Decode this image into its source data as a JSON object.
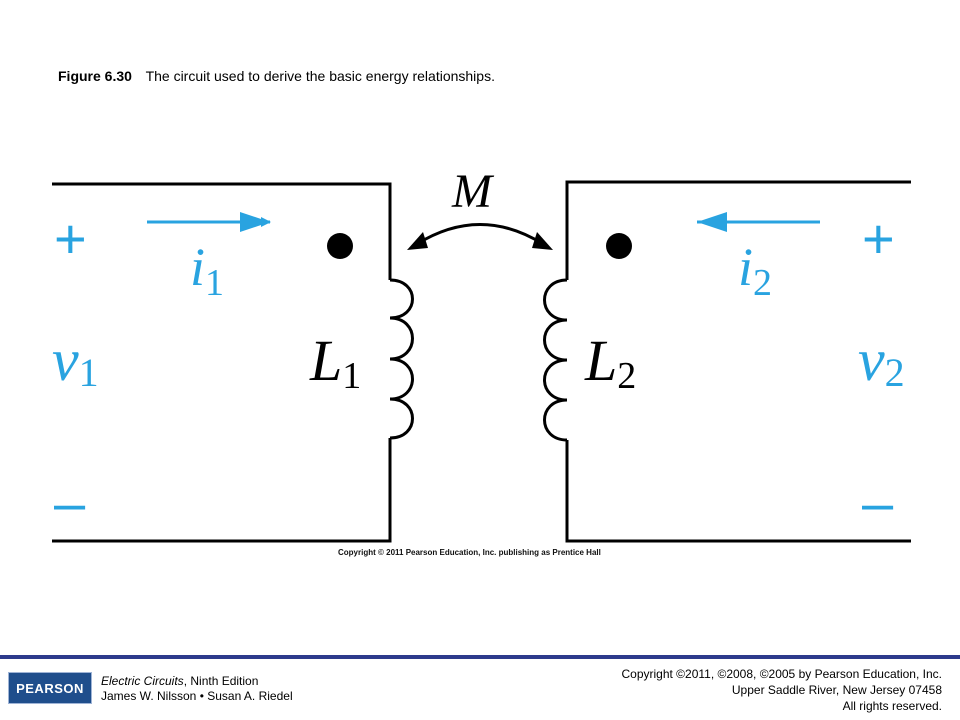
{
  "caption": {
    "figure_number": "Figure 6.30",
    "text": "The circuit used to derive the basic energy relationships."
  },
  "circuit": {
    "mutual_label": "M",
    "left": {
      "plus": "+",
      "minus": "–",
      "current": {
        "symbol": "i",
        "subscript": "1"
      },
      "voltage": {
        "symbol": "v",
        "subscript": "1"
      },
      "inductor": {
        "symbol": "L",
        "subscript": "1"
      }
    },
    "right": {
      "plus": "+",
      "minus": "–",
      "current": {
        "symbol": "i",
        "subscript": "2"
      },
      "voltage": {
        "symbol": "v",
        "subscript": "2"
      },
      "inductor": {
        "symbol": "L",
        "subscript": "2"
      }
    },
    "colors": {
      "wire": "#000000",
      "annotation": "#29a3e0"
    }
  },
  "figure_copyright": "Copyright © 2011 Pearson Education, Inc. publishing as Prentice Hall",
  "footer": {
    "logo": "PEARSON",
    "book_title": "Electric Circuits",
    "book_edition": ", Ninth Edition",
    "authors": "James W. Nilsson • Susan A. Riedel",
    "copyright_line": "Copyright ©2011, ©2008, ©2005 by Pearson Education, Inc.",
    "address_line": "Upper Saddle River, New Jersey 07458",
    "rights_line": "All rights reserved.",
    "rule_color": "#2d3a8c"
  }
}
